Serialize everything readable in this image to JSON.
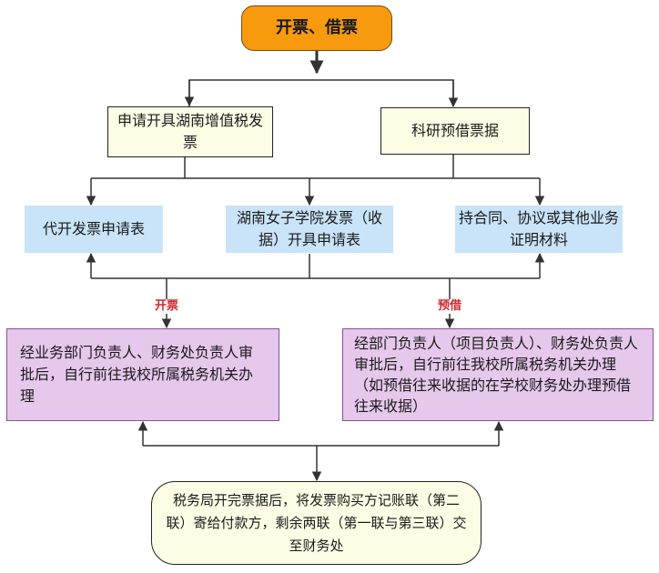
{
  "nodes": {
    "start": "开票、借票",
    "apply_invoice": "申请开具湖南增值税发票",
    "research_borrow": "科研预借票据",
    "proxy_form": "代开发票申请表",
    "college_form": "湖南女子学院发票（收据）开具申请表",
    "contract_docs": "持合同、协议或其他业务证明材料",
    "invoice_approval": "经业务部门负责人、财务处负责人审批后，自行前往我校所属税务机关办理",
    "borrow_approval": "经部门负责人（项目负责人）、财务处负责人审批后，自行前往我校所属税务机关办理（如预借往来收据的在学校财务处办理预借往来收据）",
    "end": "税务局开完票据后，将发票购买方记账联（第二联）寄给付款方，剩余两联（第一联与第三联）交至财务处"
  },
  "edge_labels": {
    "invoice": "开票",
    "borrow": "预借"
  },
  "colors": {
    "start_fill": "#f79a0e",
    "form_fill": "#c9e3f9",
    "approval_fill": "#e6c8ec",
    "box_fill": "#fdfde5",
    "label_red": "#d2262d"
  }
}
